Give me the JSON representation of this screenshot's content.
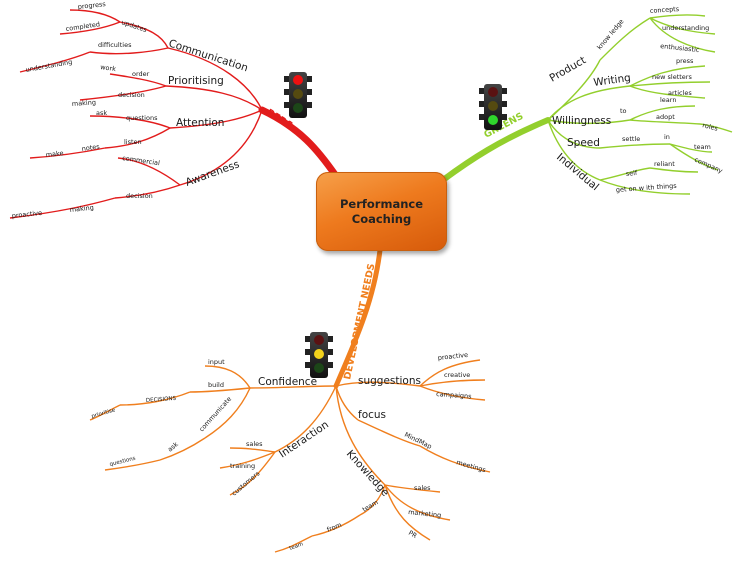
{
  "center": {
    "line1": "Performance",
    "line2": "Coaching"
  },
  "colors": {
    "reds": "#e21c1c",
    "greens": "#93cf2d",
    "orange": "#f07f1e"
  },
  "reds": {
    "title": "REDS",
    "communication": {
      "label": "Communication",
      "updates": "updates",
      "progress": "progress",
      "completed": "completed",
      "difficulties": "difficulties",
      "understanding": "understanding"
    },
    "prioritising": {
      "label": "Prioritising",
      "order": "order",
      "work": "work",
      "decision": "decision",
      "making": "making"
    },
    "attention": {
      "label": "Attention",
      "questions": "questions",
      "ask": "ask",
      "listen": "listen",
      "notes": "notes",
      "make": "make"
    },
    "awareness": {
      "label": "Awareness",
      "commercial": "commercial",
      "decision": "decision",
      "making": "making",
      "proactive": "proactive"
    }
  },
  "greens": {
    "title": "GREENS",
    "product": {
      "label": "Product",
      "knowledge": "know ledge",
      "concepts": "concepts",
      "understanding": "understanding",
      "enthusiastic": "enthusiastic"
    },
    "writing": {
      "label": "Writing",
      "press": "press",
      "newsletters": "new sletters",
      "articles": "articles"
    },
    "willingness": {
      "label": "Willingness",
      "to": "to",
      "learn": "learn",
      "adopt": "adopt",
      "roles": "roles"
    },
    "speed": {
      "label": "Speed",
      "settle": "settle",
      "in": "in",
      "team": "team",
      "company": "company"
    },
    "individual": {
      "label": "Individual",
      "self": "self",
      "reliant": "reliant",
      "getonwith": "get on w ith things"
    }
  },
  "development": {
    "title": "DEVELOPMENT NEEDS",
    "confidence": {
      "label": "Confidence",
      "input": "input",
      "build": "build",
      "decisions": "DECISIONS",
      "prioritise": "prioritise",
      "communicate": "communicate",
      "ask": "ask",
      "questions": "questions"
    },
    "interaction": {
      "label": "Interaction",
      "sales": "sales",
      "training": "training",
      "customers": "customers"
    },
    "suggestions": {
      "label": "suggestions",
      "proactive": "proactive",
      "creative": "creative",
      "campaigns": "campaigns"
    },
    "focus": {
      "label": "focus",
      "mindmap": "MindMap",
      "meetings": "meetings"
    },
    "knowledge": {
      "label": "Knowledge",
      "sales": "sales",
      "team": "team",
      "from": "from",
      "team2": "team",
      "marketing": "marketing",
      "pr": "PR"
    }
  }
}
